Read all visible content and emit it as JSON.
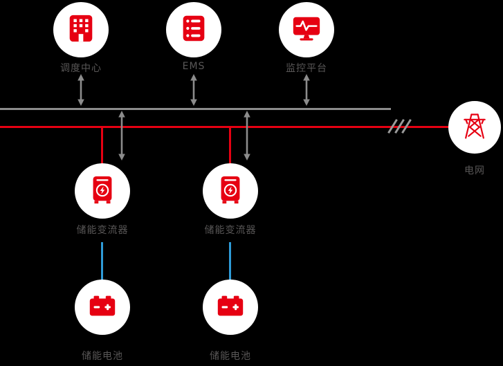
{
  "diagram": {
    "colors": {
      "accent_red": "#e60012",
      "line_gray": "#8c8c8c",
      "link_blue": "#2e9bd8",
      "label_gray": "#595757",
      "node_background": "#ffffff",
      "background": "#000000"
    },
    "nodes": {
      "dispatch_center": {
        "label": "调度中心",
        "icon": "building-icon"
      },
      "ems": {
        "label": "EMS",
        "icon": "server-icon"
      },
      "monitoring_platform": {
        "label": "监控平台",
        "icon": "monitor-waveform-icon"
      },
      "power_grid": {
        "label": "电网",
        "icon": "transmission-tower-icon"
      },
      "converter_1": {
        "label": "储能变流器",
        "icon": "converter-bolt-icon"
      },
      "converter_2": {
        "label": "储能变流器",
        "icon": "converter-bolt-icon"
      },
      "battery_1": {
        "label": "储能电池",
        "icon": "battery-icon"
      },
      "battery_2": {
        "label": "储能电池",
        "icon": "battery-icon"
      }
    }
  }
}
